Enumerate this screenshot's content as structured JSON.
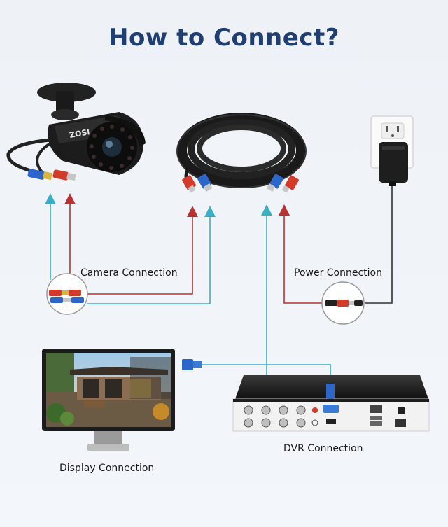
{
  "title": "How to Connect?",
  "labels": {
    "camera_connection": "Camera Connection",
    "power_connection": "Power Connection",
    "display_connection": "Display Connection",
    "dvr_connection": "DVR Connection"
  },
  "branding": {
    "camera_logo": "ZOSI"
  },
  "colors": {
    "title": "#1f3e72",
    "video_line": "#3aaec4",
    "power_line": "#b8332f"
  }
}
